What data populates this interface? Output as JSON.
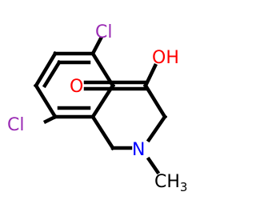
{
  "molecule": {
    "atoms": {
      "cl_top": {
        "text": "Cl",
        "color": "#9a2bb4"
      },
      "cl_bottom": {
        "text": "Cl",
        "color": "#9a2bb4"
      },
      "oh": {
        "text": "OH",
        "color": "#ff0000"
      },
      "o_carbonyl": {
        "text": "O",
        "color": "#ff0000"
      },
      "n": {
        "text": "N",
        "color": "#0000ff"
      },
      "methyl": {
        "text": "CH",
        "subscript": "3",
        "color": "#000000"
      }
    }
  }
}
